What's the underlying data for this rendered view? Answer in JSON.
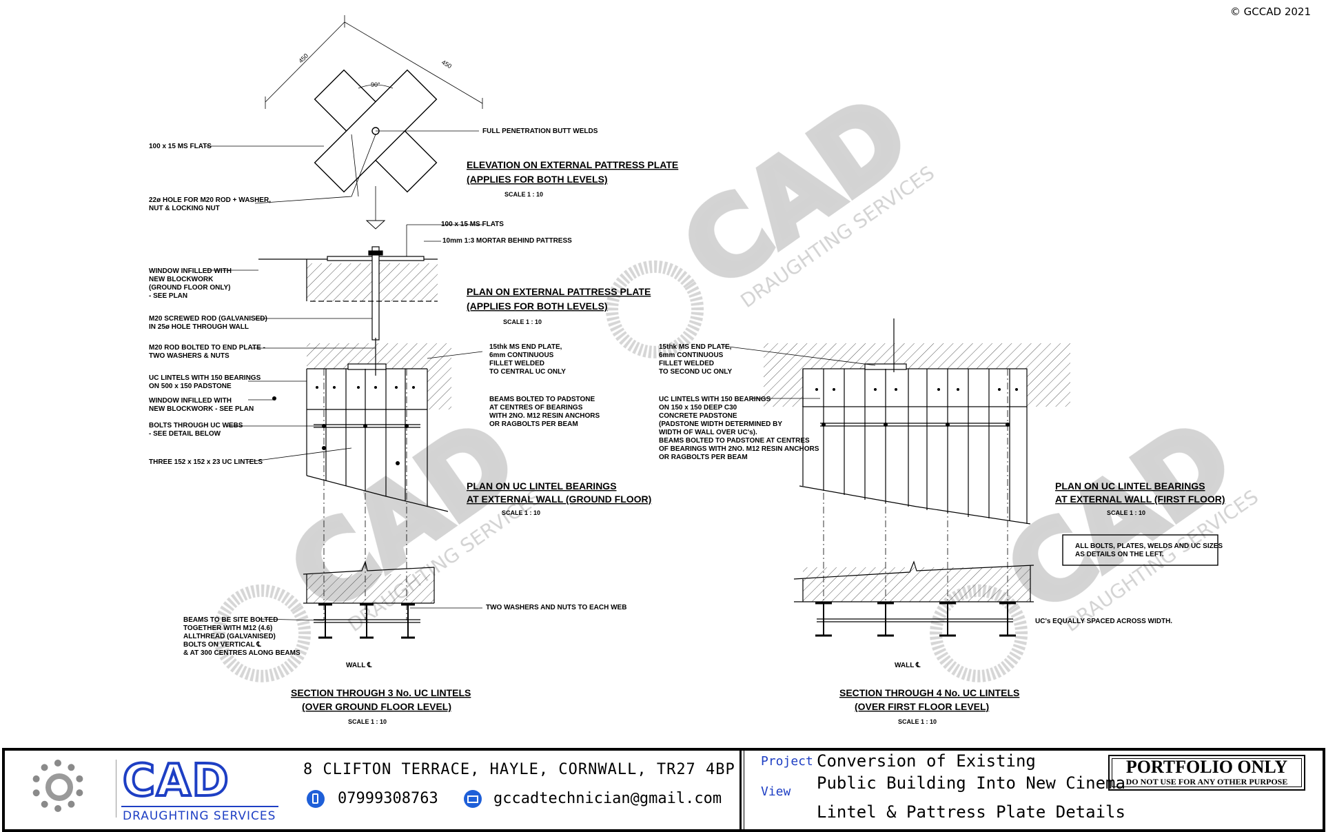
{
  "copyright": "© GCCAD 2021",
  "watermark": {
    "main": "CAD",
    "sub": "DRAUGHTING SERVICES"
  },
  "elevation": {
    "title1": "ELEVATION ON EXTERNAL PATTRESS PLATE",
    "title2": "(APPLIES FOR BOTH LEVELS)",
    "scale": "SCALE 1 : 10",
    "dim_left": "450",
    "dim_right": "450",
    "angle": "90°",
    "label_flats": "100 x 15 MS FLATS",
    "label_welds": "FULL PENETRATION BUTT WELDS",
    "label_hole1": "22ø HOLE FOR M20 ROD + WASHER,",
    "label_hole2": "NUT & LOCKING NUT"
  },
  "plan_pattress": {
    "title1": "PLAN ON EXTERNAL PATTRESS PLATE",
    "title2": "(APPLIES FOR BOTH LEVELS)",
    "scale": "SCALE 1 : 10",
    "label_flats": "100 x 15 MS FLATS",
    "label_mortar": "10mm 1:3 MORTAR BEHIND PATTRESS",
    "label_window": [
      "WINDOW INFILLED WITH",
      "NEW BLOCKWORK",
      "(GROUND FLOOR ONLY)",
      "- SEE PLAN"
    ],
    "label_rod": [
      "M20 SCREWED ROD (GALVANISED)",
      "IN 25ø HOLE THROUGH WALL"
    ]
  },
  "plan_ground": {
    "title1": "PLAN ON UC LINTEL BEARINGS",
    "title2": "AT EXTERNAL WALL (GROUND FLOOR)",
    "scale": "SCALE 1 : 10",
    "label_rodbolt": [
      "M20 ROD BOLTED TO END PLATE -",
      "TWO WASHERS & NUTS"
    ],
    "label_uc": [
      "UC LINTELS WITH 150 BEARINGS",
      "ON 500 x 150 PADSTONE"
    ],
    "label_window": [
      "WINDOW INFILLED WITH",
      "NEW BLOCKWORK - SEE PLAN"
    ],
    "label_bolts": [
      "BOLTS THROUGH UC WEBS",
      "- SEE DETAIL BELOW"
    ],
    "label_three": "THREE 152 x 152 x 23 UC LINTELS",
    "label_endplate": [
      "15thk MS END PLATE,",
      "6mm CONTINUOUS",
      "FILLET WELDED",
      "TO CENTRAL UC ONLY"
    ],
    "label_beams": [
      "BEAMS BOLTED TO PADSTONE",
      "AT CENTRES OF BEARINGS",
      "WITH 2NO. M12 RESIN ANCHORS",
      "OR RAGBOLTS PER BEAM"
    ]
  },
  "plan_first": {
    "title1": "PLAN ON UC LINTEL BEARINGS",
    "title2": "AT EXTERNAL WALL (FIRST FLOOR)",
    "scale": "SCALE 1 : 10",
    "label_endplate": [
      "15thk MS END PLATE,",
      "6mm CONTINUOUS",
      "FILLET WELDED",
      "TO SECOND UC ONLY"
    ],
    "label_uc": [
      "UC LINTELS WITH 150 BEARINGS",
      "ON 150 x 150 DEEP C30",
      "CONCRETE PADSTONE",
      "(PADSTONE WIDTH DETERMINED BY",
      "WIDTH OF WALL OVER UC's).",
      "BEAMS BOLTED TO PADSTONE AT CENTRES",
      "OF BEARINGS WITH 2NO. M12 RESIN ANCHORS",
      "OR RAGBOLTS PER BEAM"
    ],
    "note": [
      "ALL BOLTS, PLATES, WELDS AND UC SIZES",
      "AS DETAILS ON THE LEFT."
    ]
  },
  "section_ground": {
    "title1": "SECTION THROUGH 3 No. UC LINTELS",
    "title2": "(OVER GROUND FLOOR LEVEL)",
    "scale": "SCALE 1 : 10",
    "label_washers": "TWO WASHERS AND NUTS TO EACH WEB",
    "label_beams": [
      "BEAMS TO BE SITE BOLTED",
      "TOGETHER WITH M12 (4.6)",
      "ALLTHREAD (GALVANISED)",
      "BOLTS ON VERTICAL ℄",
      "& AT 300 CENTRES ALONG BEAMS"
    ],
    "wall": "WALL ℄"
  },
  "section_first": {
    "title1": "SECTION THROUGH 4 No. UC LINTELS",
    "title2": "(OVER FIRST FLOOR LEVEL)",
    "scale": "SCALE 1 : 10",
    "label_spaced": "UC's EQUALLY SPACED ACROSS WIDTH.",
    "wall": "WALL ℄"
  },
  "titleblock": {
    "company_main": "CAD",
    "company_sub": "DRAUGHTING SERVICES",
    "address": "8 CLIFTON TERRACE, HAYLE, CORNWALL, TR27 4BP",
    "phone": "07999308763",
    "email": "gccadtechnician@gmail.com",
    "project_label": "Project",
    "view_label": "View",
    "project_line1": "Conversion of Existing",
    "project_line2": "Public Building Into New Cinema",
    "view_line1": "Lintel & Pattress Plate Details",
    "portfolio_main": "PORTFOLIO ONLY",
    "portfolio_sub": "DO NOT USE FOR ANY OTHER PURPOSE"
  }
}
